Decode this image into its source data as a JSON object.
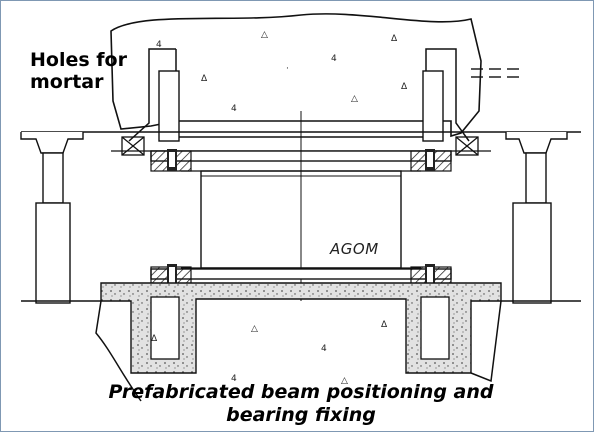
{
  "labels": {
    "holes_line1": "Holes for",
    "holes_line2": "mortar",
    "bearing": "AGOM"
  },
  "caption": {
    "line1": "Prefabricated beam positioning and",
    "line2": "bearing fixing"
  },
  "colors": {
    "line": "#111111",
    "concrete_bg": "#ffffff",
    "mortar": "#d9d9d9",
    "frame_border": "#7f98b3"
  }
}
